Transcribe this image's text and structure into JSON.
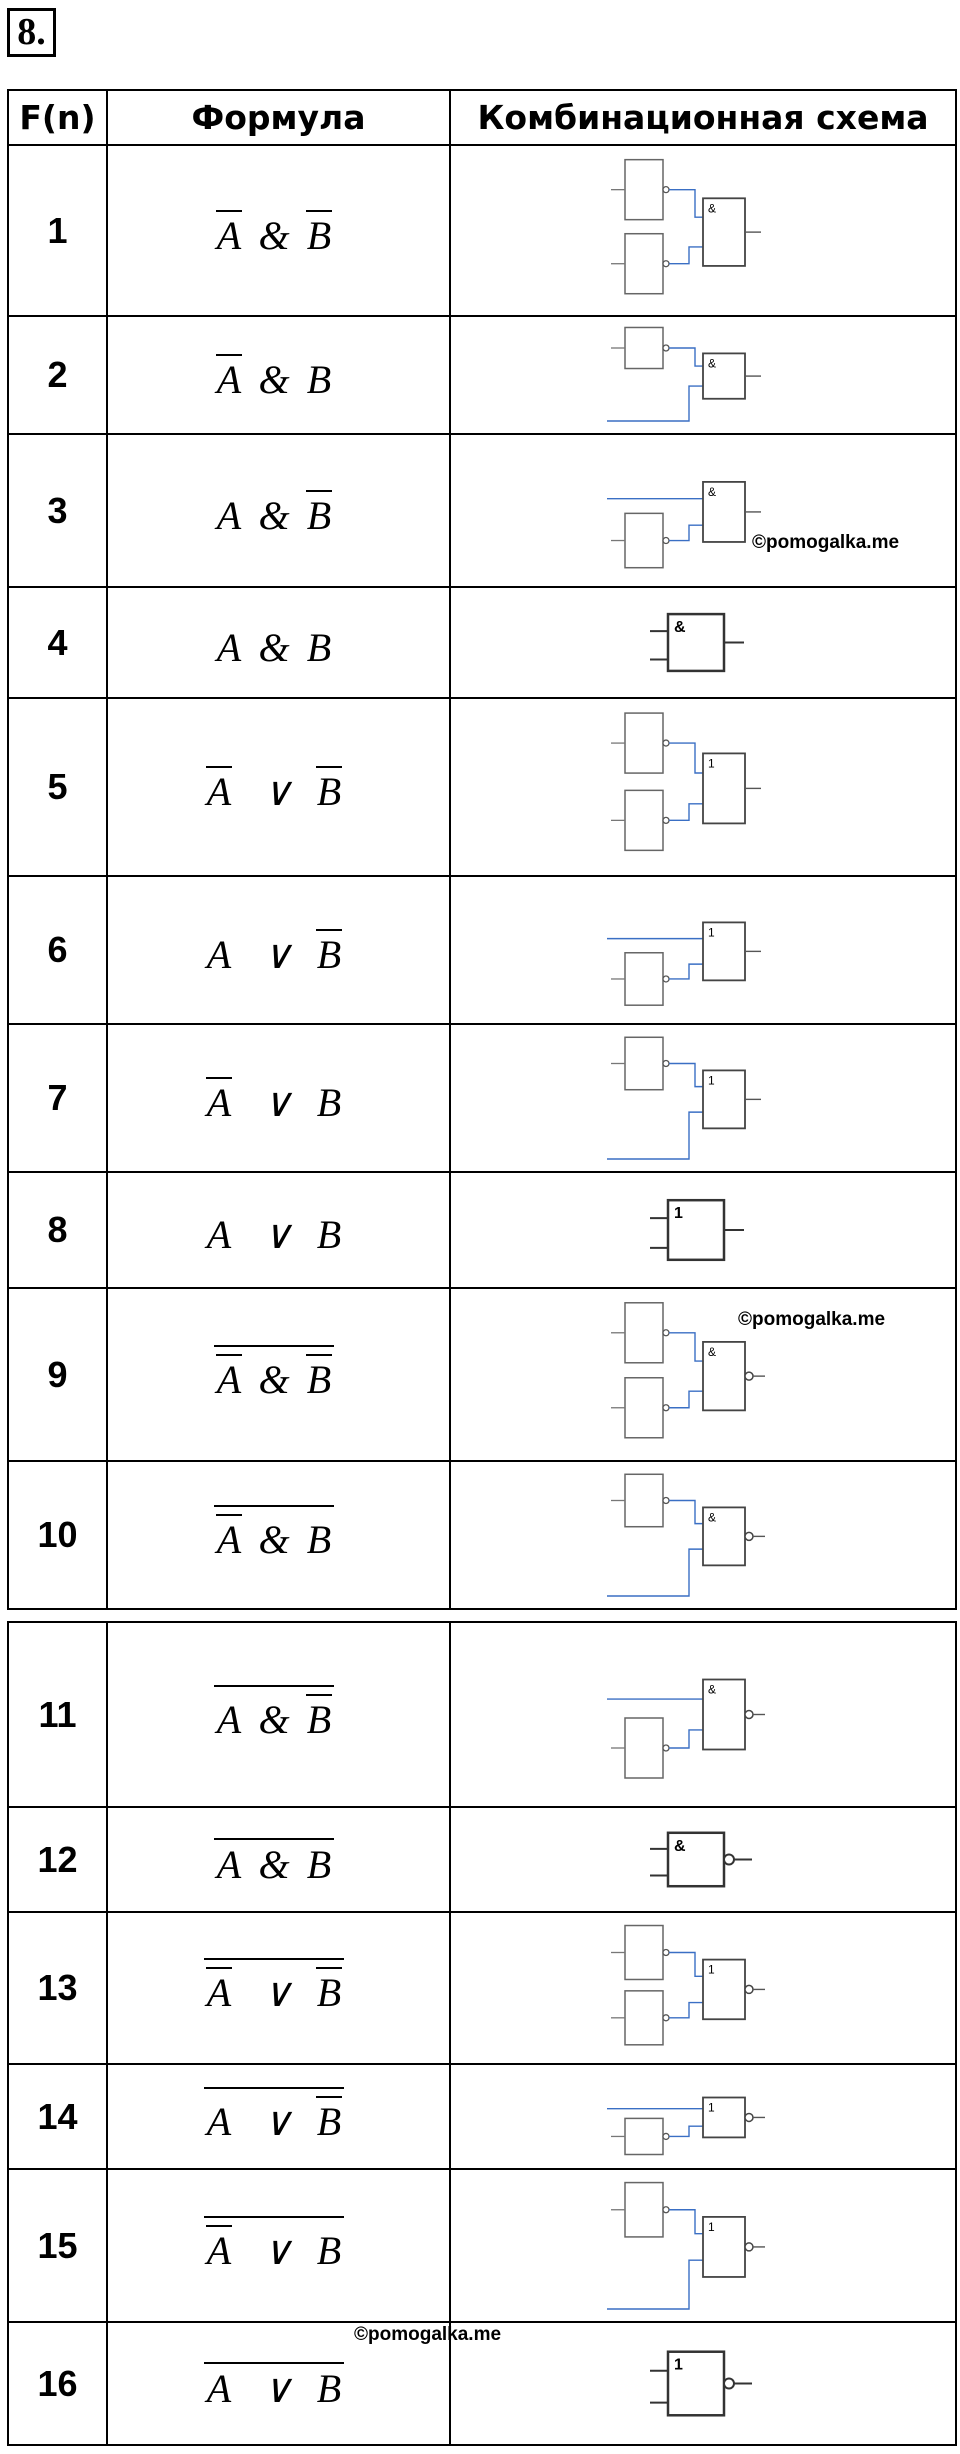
{
  "task_number": "8.",
  "table": {
    "headers": {
      "fn": "F(n)",
      "formula": "Формула",
      "scheme": "Комбинационная схема"
    },
    "rows": [
      {
        "n": "1",
        "a": "A",
        "op": "&",
        "b": "B",
        "nA": true,
        "nB": true,
        "nAll": false,
        "gate": "&",
        "circ": "both"
      },
      {
        "n": "2",
        "a": "A",
        "op": "&",
        "b": "B",
        "nA": true,
        "nB": false,
        "nAll": false,
        "gate": "&",
        "circ": "a"
      },
      {
        "n": "3",
        "a": "A",
        "op": "&",
        "b": "B",
        "nA": false,
        "nB": true,
        "nAll": false,
        "gate": "&",
        "circ": "b"
      },
      {
        "n": "4",
        "a": "A",
        "op": "&",
        "b": "B",
        "nA": false,
        "nB": false,
        "nAll": false,
        "gate": "&",
        "circ": "none"
      },
      {
        "n": "5",
        "a": "A",
        "op": "∨",
        "b": "B",
        "nA": true,
        "nB": true,
        "nAll": false,
        "gate": "1",
        "circ": "both"
      },
      {
        "n": "6",
        "a": "A",
        "op": "∨",
        "b": "B",
        "nA": false,
        "nB": true,
        "nAll": false,
        "gate": "1",
        "circ": "b"
      },
      {
        "n": "7",
        "a": "A",
        "op": "∨",
        "b": "B",
        "nA": true,
        "nB": false,
        "nAll": false,
        "gate": "1",
        "circ": "a"
      },
      {
        "n": "8",
        "a": "A",
        "op": "∨",
        "b": "B",
        "nA": false,
        "nB": false,
        "nAll": false,
        "gate": "1",
        "circ": "none"
      },
      {
        "n": "9",
        "a": "A",
        "op": "&",
        "b": "B",
        "nA": true,
        "nB": true,
        "nAll": true,
        "gate": "&",
        "circ": "both"
      },
      {
        "n": "10",
        "a": "A",
        "op": "&",
        "b": "B",
        "nA": true,
        "nB": false,
        "nAll": true,
        "gate": "&",
        "circ": "a"
      },
      {
        "n": "11",
        "a": "A",
        "op": "&",
        "b": "B",
        "nA": false,
        "nB": true,
        "nAll": true,
        "gate": "&",
        "circ": "b"
      },
      {
        "n": "12",
        "a": "A",
        "op": "&",
        "b": "B",
        "nA": false,
        "nB": false,
        "nAll": true,
        "gate": "&",
        "circ": "none"
      },
      {
        "n": "13",
        "a": "A",
        "op": "∨",
        "b": "B",
        "nA": true,
        "nB": true,
        "nAll": true,
        "gate": "1",
        "circ": "both"
      },
      {
        "n": "14",
        "a": "A",
        "op": "∨",
        "b": "B",
        "nA": false,
        "nB": true,
        "nAll": true,
        "gate": "1",
        "circ": "b"
      },
      {
        "n": "15",
        "a": "A",
        "op": "∨",
        "b": "B",
        "nA": true,
        "nB": false,
        "nAll": true,
        "gate": "1",
        "circ": "a"
      },
      {
        "n": "16",
        "a": "A",
        "op": "∨",
        "b": "B",
        "nA": false,
        "nB": false,
        "nAll": true,
        "gate": "1",
        "circ": "none"
      }
    ]
  },
  "watermarks": [
    "©pomogalka.me",
    "©pomogalka.me",
    "©pomogalka.me"
  ],
  "colors": {
    "border": "#000000",
    "wire": "#3a6fc4",
    "gate": "#555555"
  }
}
